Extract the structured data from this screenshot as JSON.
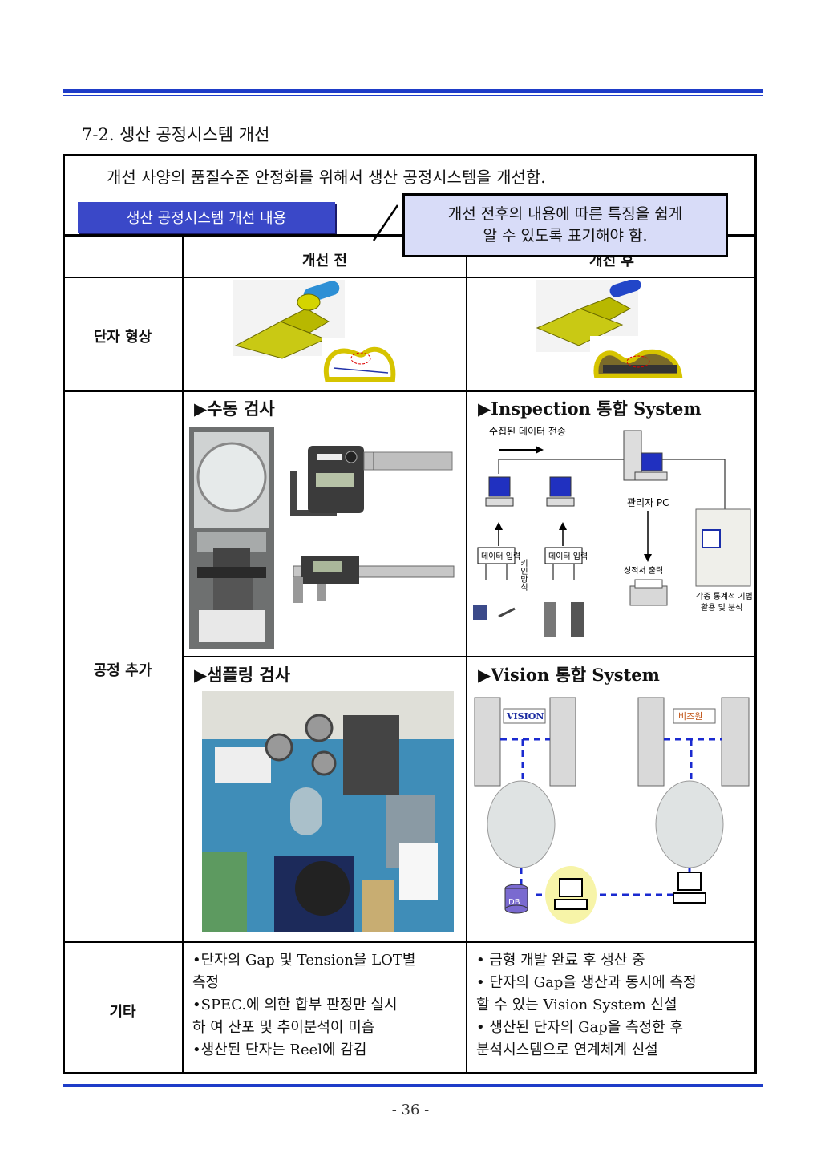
{
  "section_title": "7-2. 생산 공정시스템 개선",
  "intro": "개선 사양의 품질수준 안정화를 위해서 생산 공정시스템을 개선함.",
  "label_bar": "생산 공정시스템 개선 내용",
  "callout": {
    "line1": "개선 전후의 내용에 따른 특징을 쉽게",
    "line2": "알 수 있도록 표기해야 함."
  },
  "table": {
    "col_before": "개선 전",
    "col_after": "개선 후",
    "rows": {
      "terminal_shape": "단자 형상",
      "process_add": "공정 추가",
      "etc": "기타"
    },
    "manual_inspection": "▶수동 검사",
    "inspection_system": "▶Inspection 통합 System",
    "sampling_inspection": "▶샘플링 검사",
    "vision_system": "▶Vision 통합 System",
    "diagram_inspection": {
      "transfer": "수집된 데이터 전송",
      "admin_pc": "관리자 PC",
      "data_input_1": "데이터 입력",
      "data_input_2": "데이터 입력",
      "key_in": "키인방식",
      "report": "성적서 출력",
      "stats_1": "각종 통계적 기법",
      "stats_2": "활용 및 분석"
    },
    "diagram_vision": {
      "vision_en": "VISION",
      "vision_kr": "비즈원",
      "db": "DB"
    },
    "etc_before": [
      "•단자의 Gap 및 Tension을 LOT별",
      "측정",
      "•SPEC.에 의한 합부 판정만 실시",
      "하   여 산포 및 추이분석이 미흡",
      "•생산된 단자는 Reel에 감김"
    ],
    "etc_after": [
      "• 금형 개발 완료 후 생산 중",
      "• 단자의 Gap을 생산과 동시에 측정",
      "할 수 있는 Vision System 신설",
      "• 생산된 단자의 Gap을 측정한 후",
      "분석시스템으로 연계체계 신설"
    ]
  },
  "page_number": "- 36 -"
}
